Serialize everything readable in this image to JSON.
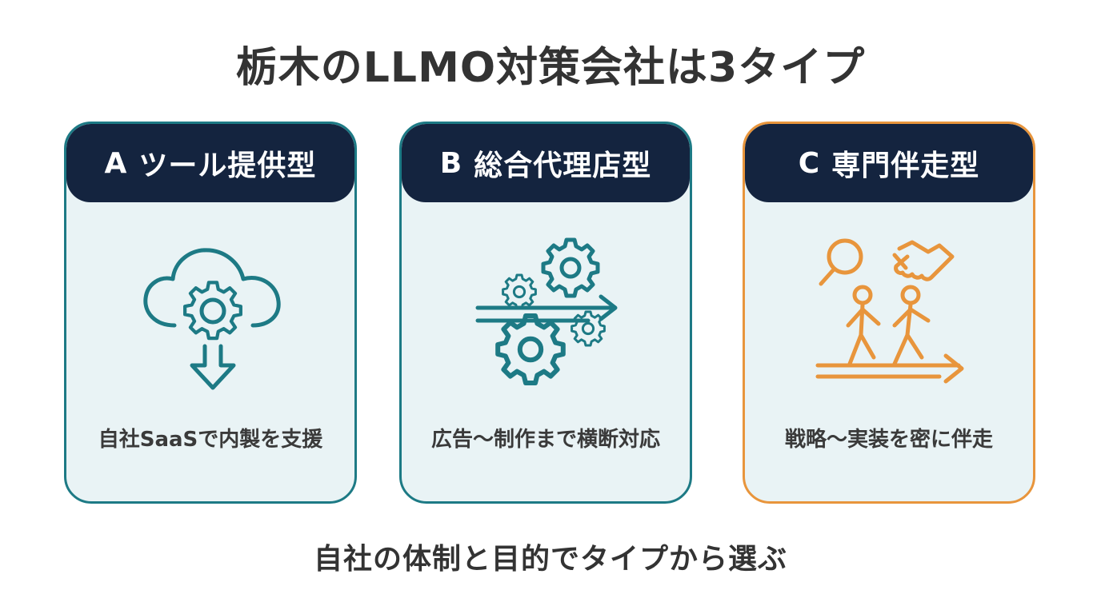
{
  "title": "栃木のLLMO対策会社は3タイプ",
  "cards": [
    {
      "letter": "A",
      "name": "ツール提供型",
      "description": "自社SaaSで内製を支援",
      "icon": "cloud-gear-download-icon",
      "color": "#1d7a85"
    },
    {
      "letter": "B",
      "name": "総合代理店型",
      "description": "広告〜制作まで横断対応",
      "icon": "gears-arrows-icon",
      "color": "#1d7a85"
    },
    {
      "letter": "C",
      "name": "専門伴走型",
      "description": "戦略〜実装を密に伴走",
      "icon": "people-walking-handshake-icon",
      "color": "#e8953c"
    }
  ],
  "footer": "自社の体制と目的でタイプから選ぶ",
  "colors": {
    "header_bg": "#14243f",
    "card_bg": "#e9f3f5",
    "teal": "#1d7a85",
    "orange": "#e8953c",
    "text": "#333333"
  }
}
